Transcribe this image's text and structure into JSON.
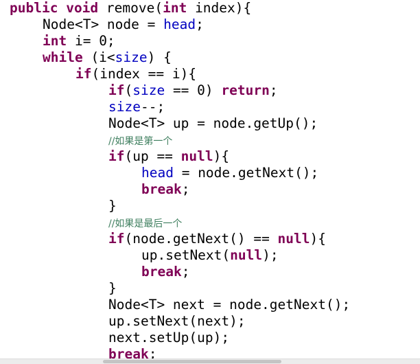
{
  "editor": {
    "lines": [
      {
        "indent": 0,
        "tokens": [
          {
            "t": "public",
            "c": "kw"
          },
          {
            "t": " "
          },
          {
            "t": "void",
            "c": "kw"
          },
          {
            "t": " remove("
          },
          {
            "t": "int",
            "c": "kw"
          },
          {
            "t": " index){"
          }
        ]
      },
      {
        "indent": 1,
        "tokens": [
          {
            "t": "Node<T> node = "
          },
          {
            "t": "head",
            "c": "field"
          },
          {
            "t": ";"
          }
        ]
      },
      {
        "indent": 1,
        "tokens": [
          {
            "t": "int",
            "c": "kw"
          },
          {
            "t": " i= 0;"
          }
        ]
      },
      {
        "indent": 1,
        "tokens": [
          {
            "t": "while",
            "c": "kw"
          },
          {
            "t": " (i<"
          },
          {
            "t": "size",
            "c": "field"
          },
          {
            "t": ") {"
          }
        ]
      },
      {
        "indent": 2,
        "tokens": [
          {
            "t": "if",
            "c": "kw"
          },
          {
            "t": "(index == i){"
          }
        ]
      },
      {
        "indent": 3,
        "tokens": [
          {
            "t": "if",
            "c": "kw"
          },
          {
            "t": "("
          },
          {
            "t": "size",
            "c": "field"
          },
          {
            "t": " == 0) "
          },
          {
            "t": "return",
            "c": "kw"
          },
          {
            "t": ";"
          }
        ]
      },
      {
        "indent": 3,
        "tokens": [
          {
            "t": "size",
            "c": "field"
          },
          {
            "t": "--;"
          }
        ]
      },
      {
        "indent": 3,
        "tokens": [
          {
            "t": "Node<T> up = node.getUp();"
          }
        ]
      },
      {
        "indent": 3,
        "tokens": [
          {
            "t": "//如果是第一个",
            "c": "comment"
          }
        ]
      },
      {
        "indent": 3,
        "tokens": [
          {
            "t": "if",
            "c": "kw"
          },
          {
            "t": "(up == "
          },
          {
            "t": "null",
            "c": "kw"
          },
          {
            "t": "){"
          }
        ]
      },
      {
        "indent": 4,
        "tokens": [
          {
            "t": "head",
            "c": "field"
          },
          {
            "t": " = node.getNext();"
          }
        ]
      },
      {
        "indent": 4,
        "tokens": [
          {
            "t": "break",
            "c": "kw"
          },
          {
            "t": ";"
          }
        ]
      },
      {
        "indent": 3,
        "tokens": [
          {
            "t": "}"
          }
        ]
      },
      {
        "indent": 3,
        "tokens": [
          {
            "t": "//如果是最后一个",
            "c": "comment"
          }
        ]
      },
      {
        "indent": 3,
        "tokens": [
          {
            "t": "if",
            "c": "kw"
          },
          {
            "t": "(node.getNext() == "
          },
          {
            "t": "null",
            "c": "kw"
          },
          {
            "t": "){"
          }
        ]
      },
      {
        "indent": 4,
        "tokens": [
          {
            "t": "up.setNext("
          },
          {
            "t": "null",
            "c": "kw"
          },
          {
            "t": ");"
          }
        ]
      },
      {
        "indent": 4,
        "tokens": [
          {
            "t": "break",
            "c": "kw"
          },
          {
            "t": ";"
          }
        ]
      },
      {
        "indent": 3,
        "tokens": [
          {
            "t": "}"
          }
        ]
      },
      {
        "indent": 3,
        "tokens": [
          {
            "t": "Node<T> next = node.getNext();"
          }
        ]
      },
      {
        "indent": 3,
        "tokens": [
          {
            "t": "up.setNext(next);"
          }
        ]
      },
      {
        "indent": 3,
        "tokens": [
          {
            "t": "next.setUp(up);"
          }
        ]
      },
      {
        "indent": 3,
        "tokens": [
          {
            "t": "break",
            "c": "kw"
          },
          {
            "t": ";"
          }
        ]
      }
    ]
  },
  "colors": {
    "keyword": "#7f0055",
    "field": "#0000c0",
    "comment": "#3f7f5f",
    "text": "#000000",
    "background": "#ffffff"
  }
}
